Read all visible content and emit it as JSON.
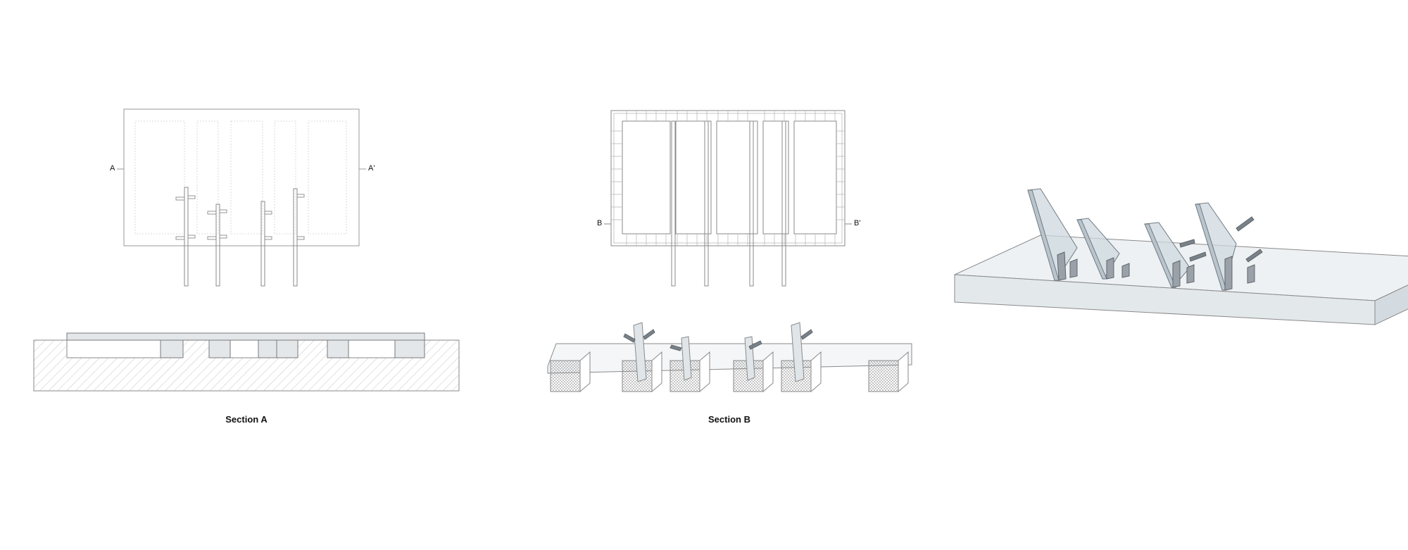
{
  "markers": {
    "a_left": "A",
    "a_right": "A'",
    "b_left": "B",
    "b_right": "B'"
  },
  "captions": {
    "section_a": "Section A",
    "section_b": "Section B"
  },
  "colors": {
    "line": "#8a8a8a",
    "faint": "#c8c8c8",
    "concrete": "#e3e7ea",
    "steel": "#9aa1a8",
    "glass": "#cdd8df"
  }
}
